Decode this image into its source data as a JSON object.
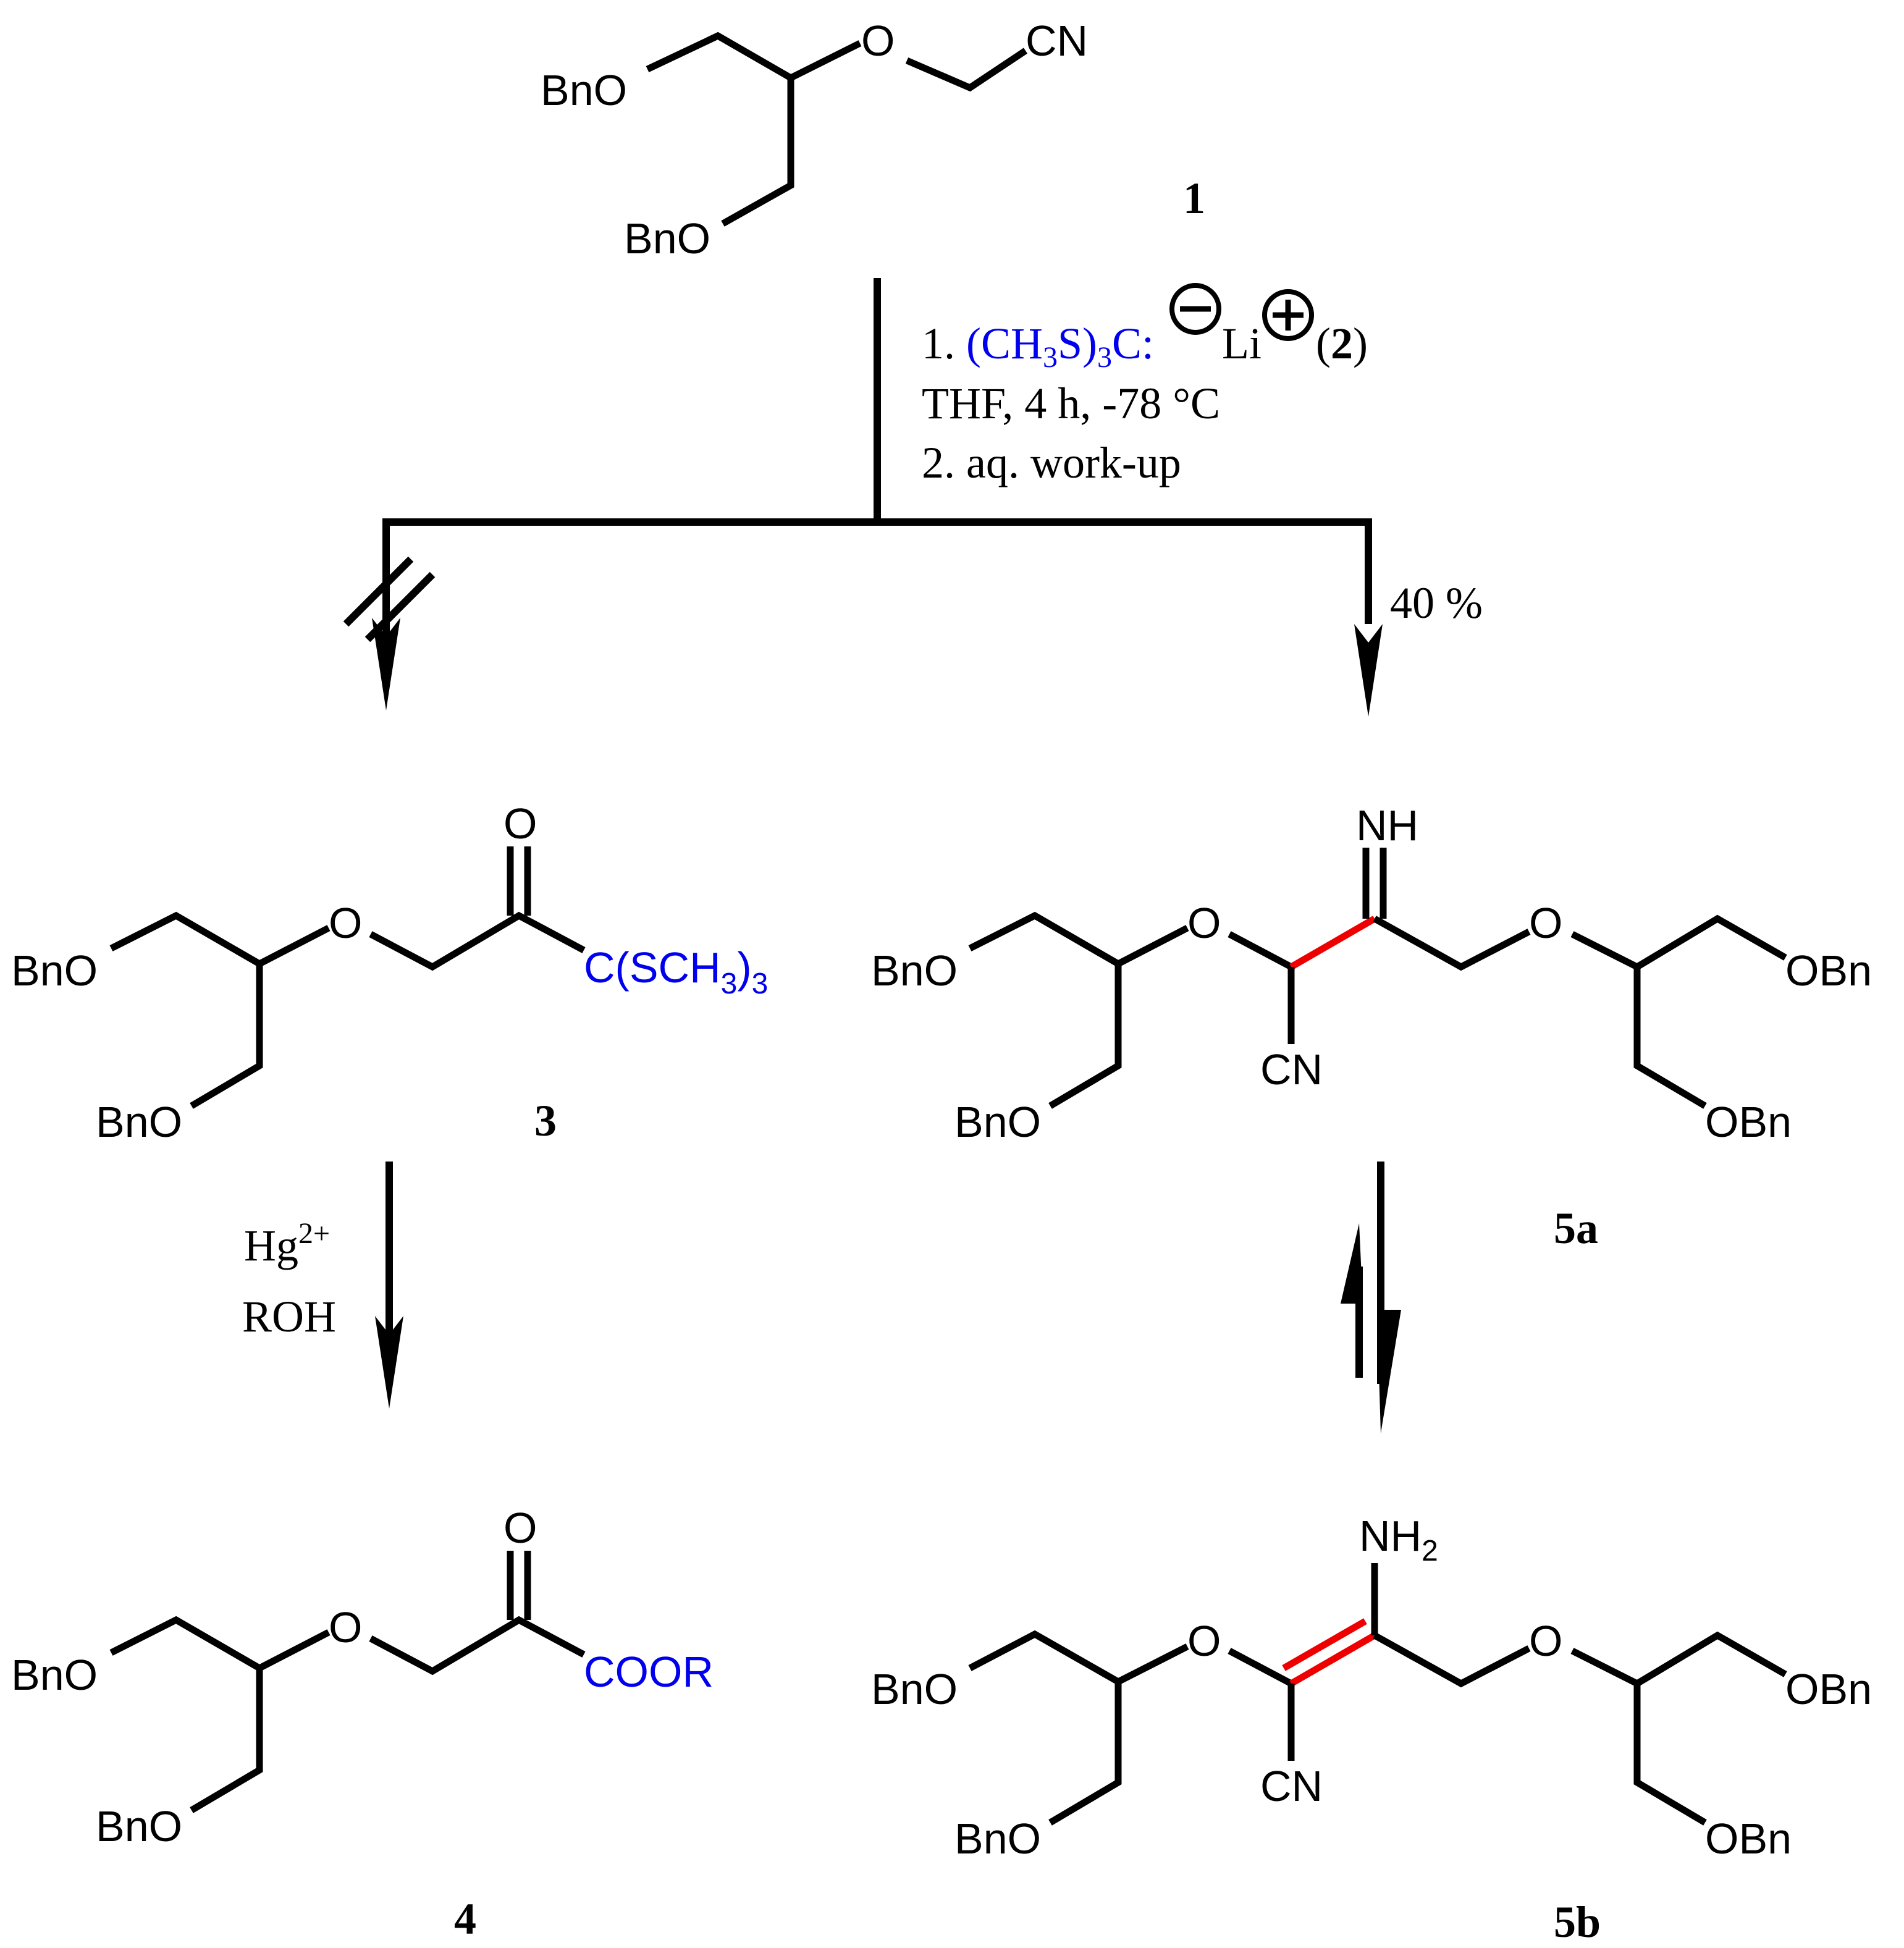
{
  "colors": {
    "bond": "#000000",
    "highlight_bond": "#ee0000",
    "highlight_text": "#0000ee"
  },
  "compounds": {
    "c1": {
      "label": "1",
      "cn": "CN",
      "o": "O",
      "obn_top": "BnO",
      "obn_bottom": "BnO"
    },
    "c3": {
      "label": "3",
      "o_carbonyl": "O",
      "o": "O",
      "obn_top": "BnO",
      "obn_bottom": "BnO",
      "group_main": "C(SCH",
      "group_sub": "3",
      "group_close": ")",
      "group_sub2": "3"
    },
    "c4": {
      "label": "4",
      "o_carbonyl": "O",
      "o": "O",
      "obn_top": "BnO",
      "obn_bottom": "BnO",
      "group": "COOR"
    },
    "c5a": {
      "label": "5a",
      "nh": "NH",
      "cn": "CN",
      "o_left": "O",
      "o_right": "O",
      "obn_top_left": "BnO",
      "obn_bottom_left": "BnO",
      "obn_top_right": "OBn",
      "obn_bottom_right": "OBn"
    },
    "c5b": {
      "label": "5b",
      "nh2_main": "NH",
      "nh2_sub": "2",
      "cn": "CN",
      "o_left": "O",
      "o_right": "O",
      "obn_top_left": "BnO",
      "obn_bottom_left": "BnO",
      "obn_top_right": "OBn",
      "obn_bottom_right": "OBn"
    }
  },
  "conditions": {
    "step1": {
      "prefix": "1. ",
      "reagent_a": "(CH",
      "reagent_sub1": "3",
      "reagent_b": "S)",
      "reagent_sub2": "3",
      "reagent_c": "C:",
      "anion_charge": "⊖",
      "cation": "Li",
      "cation_charge": "⊕",
      "ref_open": "(",
      "ref_num": "2",
      "ref_close": ")",
      "line2": "THF, 4 h, -78 °C",
      "line3": "2. aq. work-up"
    },
    "right_branch_yield": "40 %",
    "hg_step": {
      "hg": "Hg",
      "hg_charge": "2+",
      "roh": "ROH"
    }
  },
  "icons": {
    "blocked_arrow": "crossed-arrow",
    "equilibrium": "equilibrium-arrows"
  }
}
